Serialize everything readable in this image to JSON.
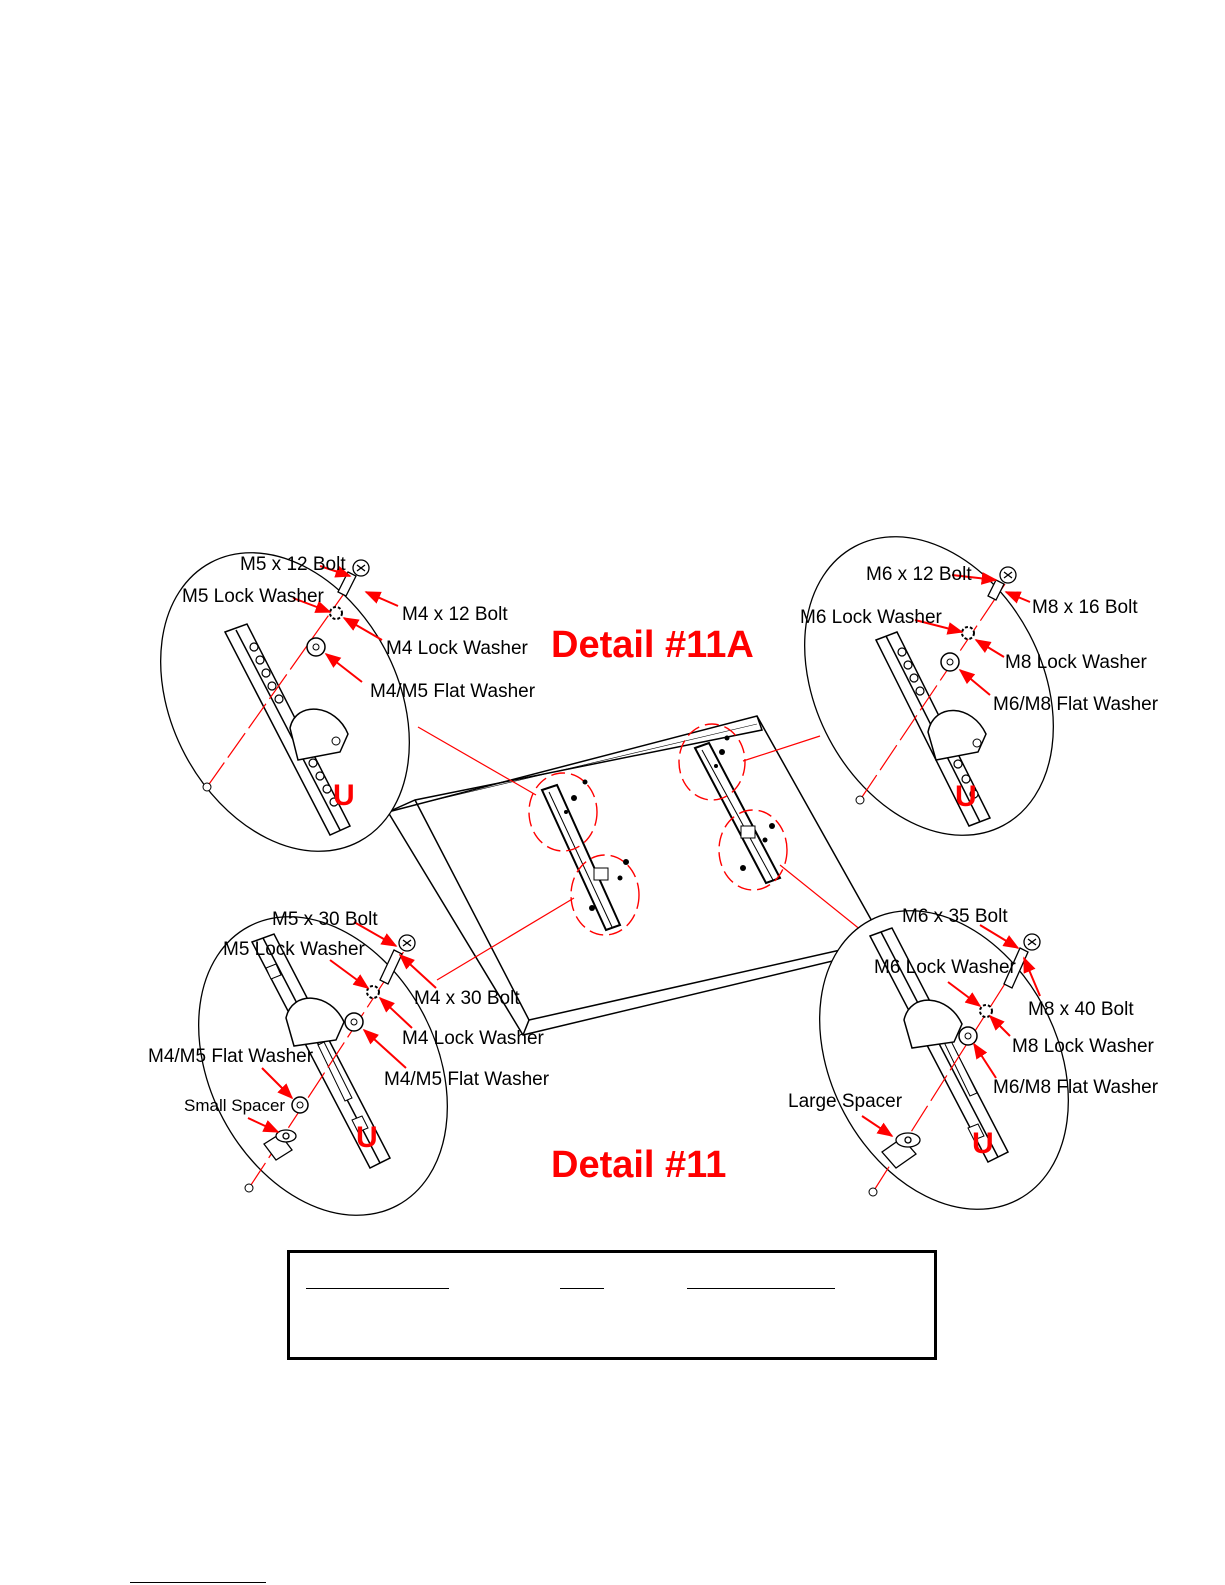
{
  "details": {
    "detail_11a": "Detail #11A",
    "detail_11": "Detail #11"
  },
  "labels": {
    "tl": {
      "bolt_a": "M5 x 12 Bolt",
      "bolt_b": "M4 x 12 Bolt",
      "lock_a": "M5 Lock Washer",
      "lock_b": "M4 Lock Washer",
      "flat": "M4/M5 Flat Washer"
    },
    "tr": {
      "bolt_a": "M6 x 12 Bolt",
      "bolt_b": "M8 x 16 Bolt",
      "lock_a": "M6 Lock Washer",
      "lock_b": "M8 Lock Washer",
      "flat": "M6/M8 Flat Washer"
    },
    "bl": {
      "bolt_a": "M5 x 30 Bolt",
      "bolt_b": "M4 x 30 Bolt",
      "lock_a": "M5 Lock Washer",
      "lock_b": "M4 Lock Washer",
      "flat_a": "M4/M5 Flat Washer",
      "flat_b": "M4/M5 Flat Washer",
      "spacer": "Small Spacer"
    },
    "br": {
      "bolt_a": "M6 x 35 Bolt",
      "bolt_b": "M8 x 40 Bolt",
      "lock_a": "M6 Lock Washer",
      "lock_b": "M8 Lock Washer",
      "flat": "M6/M8 Flat Washer",
      "spacer": "Large Spacer"
    }
  },
  "u_mark": "U",
  "colors": {
    "accent": "#ff0000",
    "line": "#000000",
    "background": "#ffffff"
  }
}
